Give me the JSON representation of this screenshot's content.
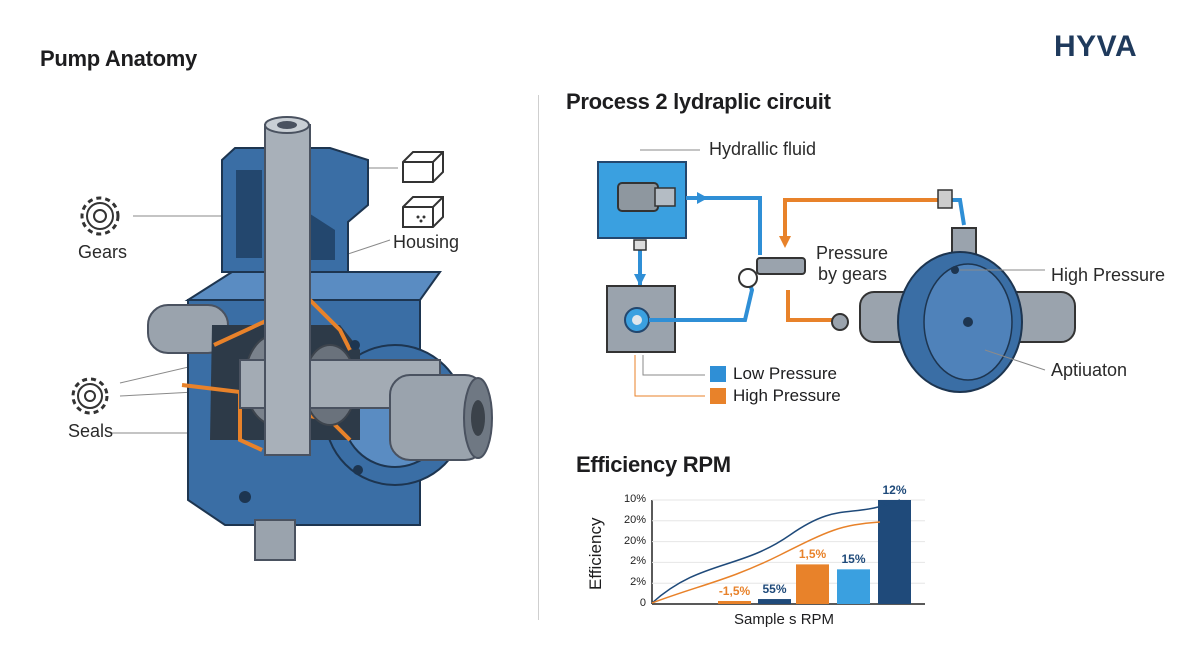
{
  "brand": "HYVA",
  "left_panel": {
    "title": "Pump Anatomy",
    "labels": {
      "gears": "Gears",
      "housing": "Housing",
      "seals": "Seals"
    }
  },
  "circuit": {
    "title": "Process 2 lydraplic circuit",
    "labels": {
      "fluid": "Hydrallic fluid",
      "pressure_line1": "Pressure",
      "pressure_line2": "by gears",
      "high_pressure": "High Pressure",
      "actuation": "Aptiuaton"
    },
    "legend": [
      {
        "label": "Low Pressure",
        "color": "#2f8fd6"
      },
      {
        "label": "High Pressure",
        "color": "#e8822a"
      }
    ]
  },
  "colors": {
    "pump_blue": "#3a6ea5",
    "pump_dark": "#23476e",
    "steel": "#9aa3ad",
    "orange": "#e8822a",
    "light_blue": "#2f8fd6",
    "navy": "#1f3a5c"
  },
  "chart_data": {
    "type": "bar",
    "title": "Efficiency RPM",
    "ylabel": "Efficiency",
    "xlabel": "Sample s RPM",
    "y_tick_labels": [
      "0",
      "2%",
      "2%",
      "20%",
      "20%",
      "10%"
    ],
    "bars": [
      {
        "label": "-1,5%",
        "value": 1,
        "color": "#e8822a"
      },
      {
        "label": "55%",
        "value": 2,
        "color": "#1f4a7a"
      },
      {
        "label": "1,5%",
        "value": 16,
        "color": "#e8822a"
      },
      {
        "label": "15%",
        "value": 14,
        "color": "#3aa0e0"
      },
      {
        "label": "12%",
        "value": 42,
        "color": "#1f4a7a"
      }
    ],
    "ylim": [
      0,
      42
    ]
  }
}
